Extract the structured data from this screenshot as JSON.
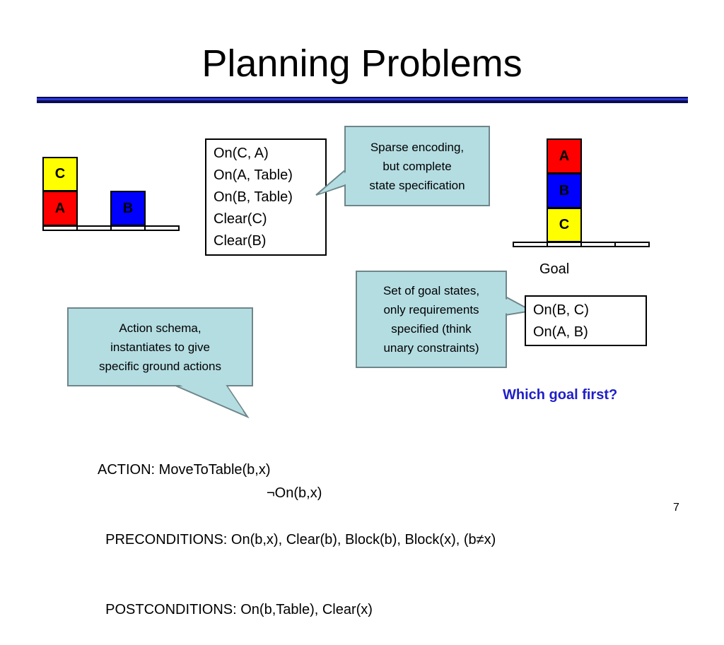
{
  "slide": {
    "title": "Planning Problems",
    "page_number": "7"
  },
  "initial_state": {
    "blocks": {
      "top": "C",
      "bottom_left": "A",
      "bottom_right": "B"
    },
    "facts": [
      "On(C, A)",
      "On(A, Table)",
      "On(B, Table)",
      "Clear(C)",
      "Clear(B)"
    ]
  },
  "goal_state": {
    "blocks": {
      "top": "A",
      "middle": "B",
      "bottom": "C"
    },
    "label": "Goal",
    "facts": [
      "On(B, C)",
      "On(A, B)"
    ]
  },
  "callouts": {
    "sparse": [
      "Sparse encoding,",
      "but complete",
      "state specification"
    ],
    "goal_set": [
      "Set of goal states,",
      "only requirements",
      "specified (think",
      "unary constraints)"
    ],
    "action_schema": [
      "Action schema,",
      "instantiates to give",
      "specific ground actions"
    ]
  },
  "question": "Which goal first?",
  "action": {
    "line1": "ACTION: MoveToTable(b,x)",
    "line2": "  PRECONDITIONS: On(b,x), Clear(b), Block(b), Block(x), (b≠x)",
    "line3": "  POSTCONDITIONS: On(b,Table), Clear(x)",
    "line4": "¬On(b,x)"
  },
  "colors": {
    "block_c_yellow": "#ffff00",
    "block_a_red": "#ff0000",
    "block_b_blue": "#0000ff",
    "callout_fill": "#b4dde2",
    "title_rule": "#2a3ad8",
    "question_text": "#1f1fc8"
  }
}
